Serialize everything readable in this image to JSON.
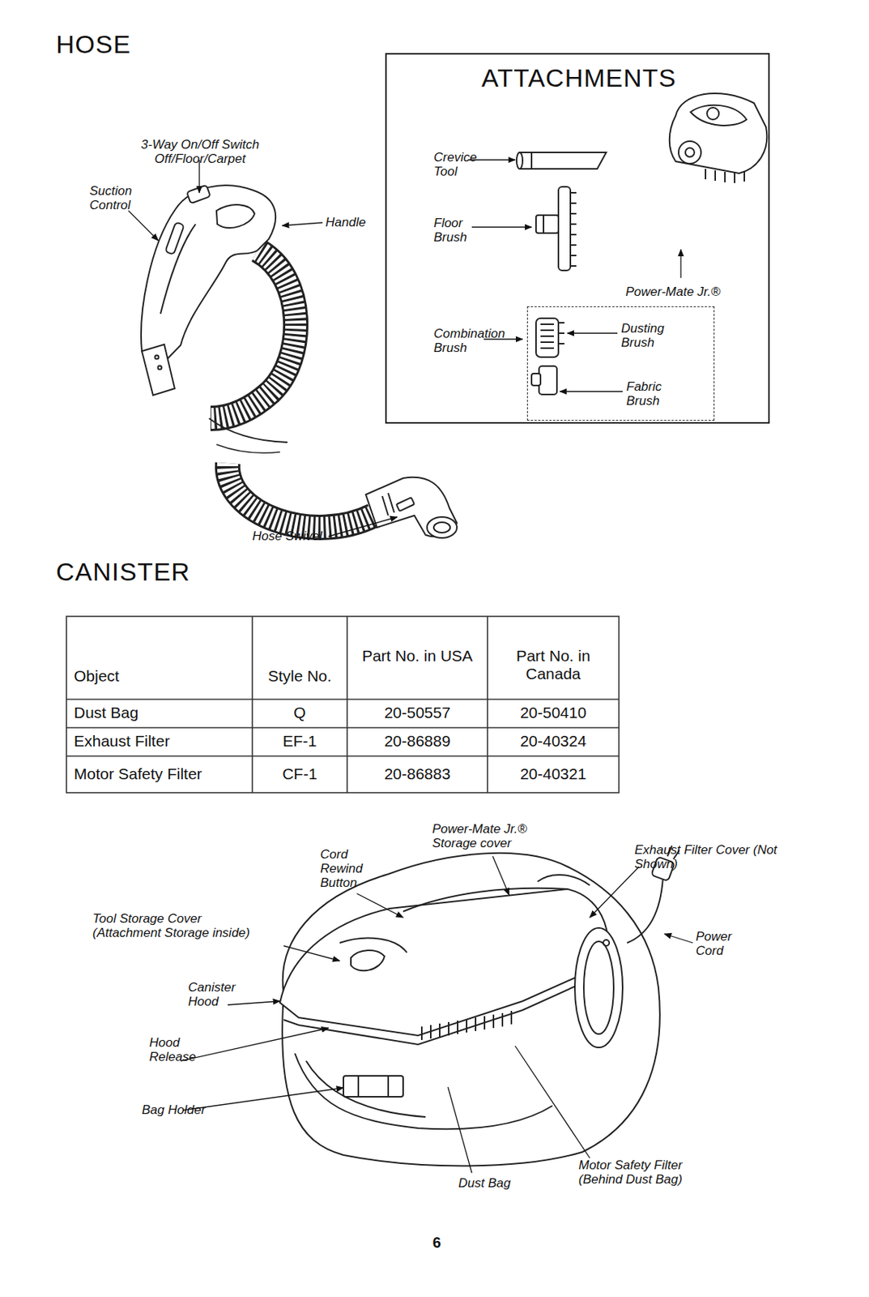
{
  "diagram": {
    "nodes": [
      {
        "text": [
          "ATTACHMENTS",
          "Crevice Tool",
          "Floor Brush",
          "Power-Mate Jr.®",
          "Combination Brush"
        ]
      },
      {
        "text": [
          "Dusting Brush",
          "Fabric Brush"
        ],
        "in": 0
      }
    ],
    "labels": [
      "HOSE",
      "3-Way On/Off Switch Off/Floor/Carpet",
      "Suction Control",
      "Handle",
      "Hose Swivel",
      "CANISTER",
      "Object",
      "Style No.",
      "Part No. in USA",
      "Part No. in Canada",
      "Dust Bag",
      "Q",
      "20-50557",
      "20-50410",
      "Exhaust Filter",
      "EF-1",
      "20-86889",
      "20-40324",
      "Motor Safety Filter",
      "CF-1",
      "20-86883",
      "20-40321",
      "Power-Mate Jr.® Storage cover",
      "Cord Rewind Button",
      "Exhaust Filter Cover (Not Shown)",
      "Tool Storage Cover (Attachment Storage inside)",
      "Power Cord",
      "Canister Hood",
      "Hood Release",
      "Bag Holder",
      "Dust Bag",
      "Motor Safety Filter (Behind Dust Bag)",
      "6"
    ]
  }
}
